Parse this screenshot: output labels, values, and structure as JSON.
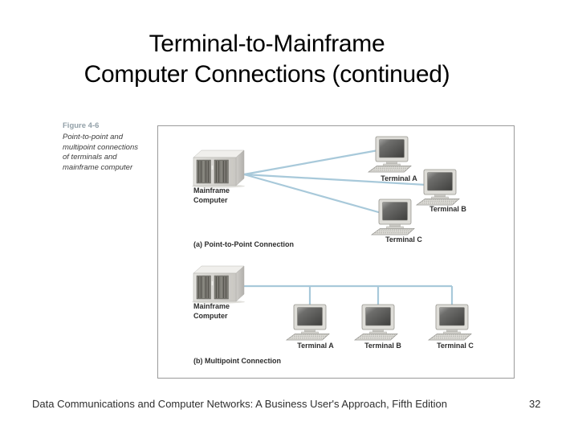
{
  "slide": {
    "title_line1": "Terminal-to-Mainframe",
    "title_line2": "Computer Connections (continued)",
    "footer": "Data Communications and Computer Networks: A Business User's Approach, Fifth Edition",
    "page_number": "32"
  },
  "figure": {
    "label": "Figure 4-6",
    "caption_lines": [
      "Point-to-point and",
      "multipoint connections",
      "of terminals and",
      "mainframe computer"
    ],
    "colors": {
      "connection_line": "#a8c9da",
      "figure_border": "#9b9b9b",
      "figure_label": "#92a0a8"
    },
    "diagram_a": {
      "caption": "(a) Point-to-Point Connection",
      "mainframe_label_line1": "Mainframe",
      "mainframe_label_line2": "Computer",
      "terminals": [
        "Terminal A",
        "Terminal B",
        "Terminal C"
      ]
    },
    "diagram_b": {
      "caption": "(b) Multipoint Connection",
      "mainframe_label_line1": "Mainframe",
      "mainframe_label_line2": "Computer",
      "terminals": [
        "Terminal A",
        "Terminal B",
        "Terminal C"
      ]
    }
  }
}
